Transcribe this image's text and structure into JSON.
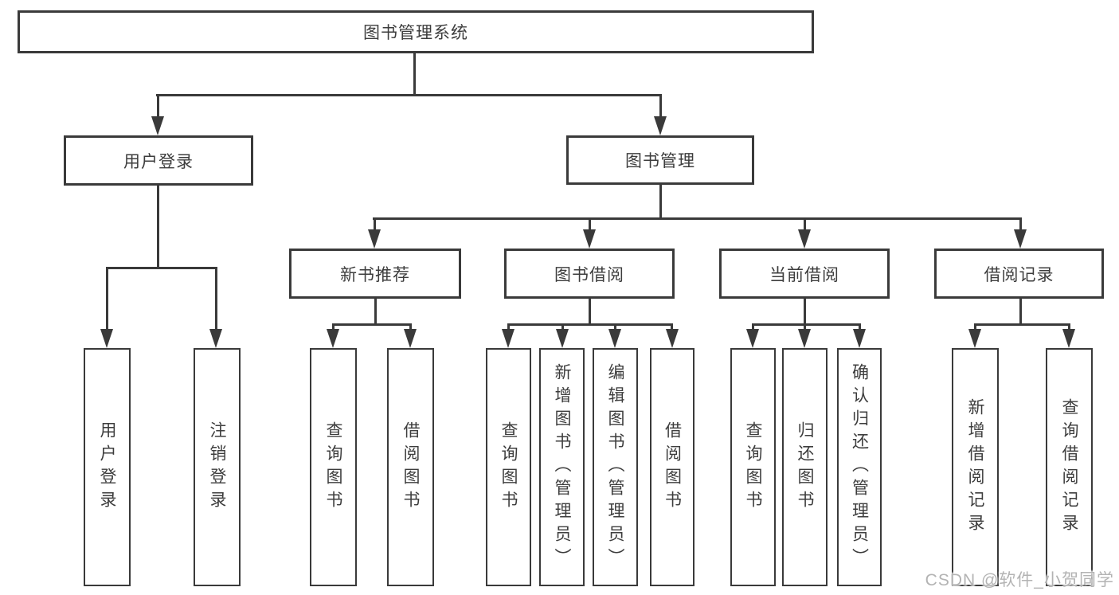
{
  "tree": {
    "root": "图书管理系统",
    "user_login": {
      "label": "用户登录",
      "children": [
        "用户登录",
        "注销登录"
      ]
    },
    "book_management": {
      "label": "图书管理",
      "modules": [
        {
          "label": "新书推荐",
          "children": [
            "查询图书",
            "借阅图书"
          ]
        },
        {
          "label": "图书借阅",
          "children": [
            "查询图书",
            "新增图书（管理员）",
            "编辑图书（管理员）",
            "借阅图书"
          ]
        },
        {
          "label": "当前借阅",
          "children": [
            "查询图书",
            "归还图书",
            "确认归还（管理员）"
          ]
        },
        {
          "label": "借阅记录",
          "children": [
            "新增借阅记录",
            "查询借阅记录"
          ]
        }
      ]
    }
  },
  "watermark": "CSDN @软件_小贺同学",
  "colors": {
    "line": "#3a3a3a",
    "text": "#3d3d3d",
    "background": "#ffffff",
    "watermark": "#b3b3b3"
  }
}
